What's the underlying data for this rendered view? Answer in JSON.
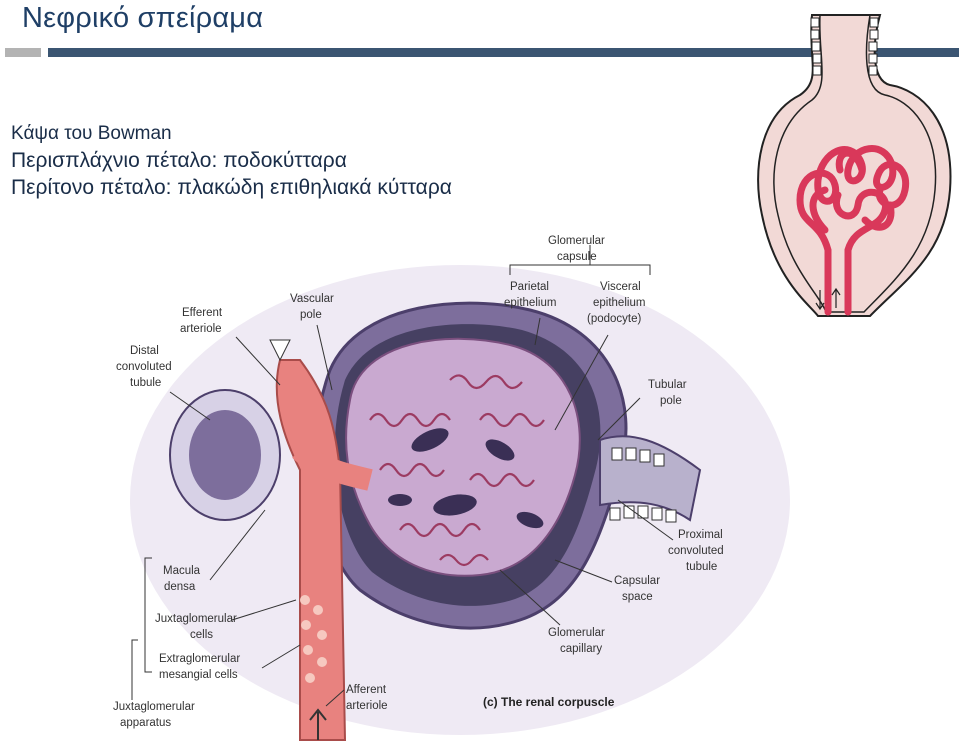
{
  "slide": {
    "title": "Νεφρικό σπείραμα",
    "bullets": [
      "Κάψα του Bowman",
      "Περισπλάχνιο πέταλο: ποδοκύτταρα",
      "Περίτονο πέταλο: πλακώδη επιθηλιακά κύτταρα"
    ]
  },
  "diagram": {
    "labels": {
      "glomerular_capsule": [
        "Glomerular",
        "capsule"
      ],
      "parietal_epithelium": [
        "Parietal",
        "epithelium"
      ],
      "visceral_epithelium": [
        "Visceral",
        "epithelium",
        "(podocyte)"
      ],
      "efferent_arteriole": [
        "Efferent",
        "arteriole"
      ],
      "vascular_pole": [
        "Vascular",
        "pole"
      ],
      "distal_convoluted_tubule": [
        "Distal",
        "convoluted",
        "tubule"
      ],
      "tubular_pole": [
        "Tubular",
        "pole"
      ],
      "proximal_convoluted_tubule": [
        "Proximal",
        "convoluted",
        "tubule"
      ],
      "capsular_space": [
        "Capsular",
        "space"
      ],
      "glomerular_capillary": [
        "Glomerular",
        "capillary"
      ],
      "macula_densa": [
        "Macula",
        "densa"
      ],
      "juxtaglomerular_cells": [
        "Juxtaglomerular",
        "cells"
      ],
      "extraglomerular_mesangial_cells": [
        "Extraglomerular",
        "mesangial cells"
      ],
      "afferent_arteriole": [
        "Afferent",
        "arteriole"
      ],
      "juxtaglomerular_apparatus": [
        "Juxtaglomerular",
        "apparatus"
      ]
    },
    "caption": "(c) The renal corpuscle"
  },
  "colors": {
    "title": "#1f3f66",
    "rule": "#3b5572",
    "capsule_fill": "#f2d9d6",
    "capillary": "#d9385a",
    "purple": "#8b78ad",
    "artery": "#e8827f"
  }
}
